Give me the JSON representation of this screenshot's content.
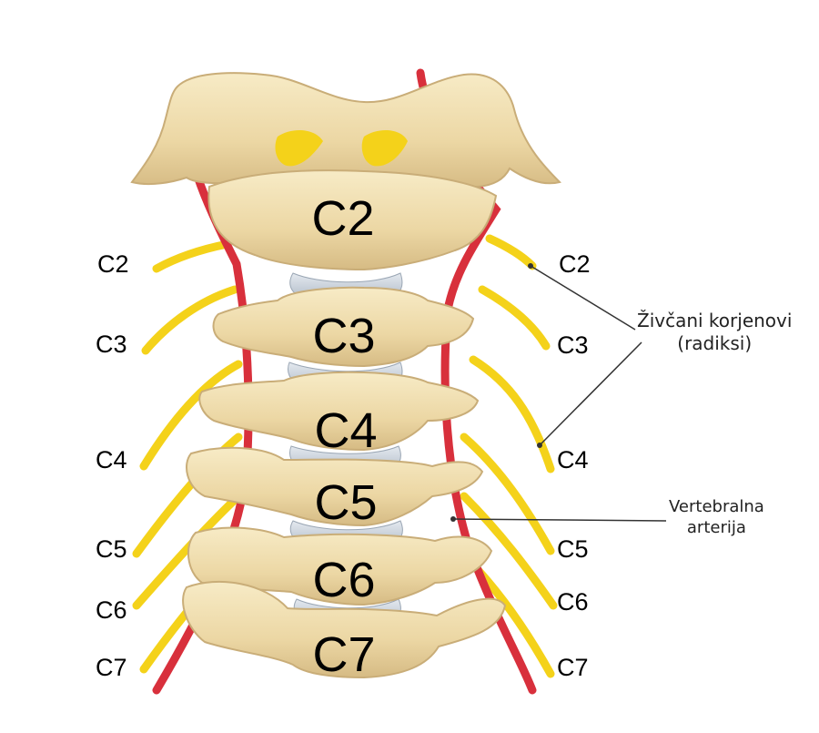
{
  "vertebrae": [
    "C2",
    "C3",
    "C4",
    "C5",
    "C6",
    "C7"
  ],
  "left_roots": [
    "C2",
    "C3",
    "C4",
    "C5",
    "C6",
    "C7"
  ],
  "right_roots": [
    "C2",
    "C3",
    "C4",
    "C5",
    "C6",
    "C7"
  ],
  "annotations": {
    "nerve_roots_line1": "Živčani korjenovi",
    "nerve_roots_line2": "(radiksi)",
    "artery_line1": "Vertebralna",
    "artery_line2": "arterija"
  },
  "colors": {
    "bone": "#efdcac",
    "bone_shadow": "#cdb07a",
    "disc": "#c9d2dc",
    "nerve": "#f4d21a",
    "artery": "#d8303c",
    "leader": "#333333"
  }
}
